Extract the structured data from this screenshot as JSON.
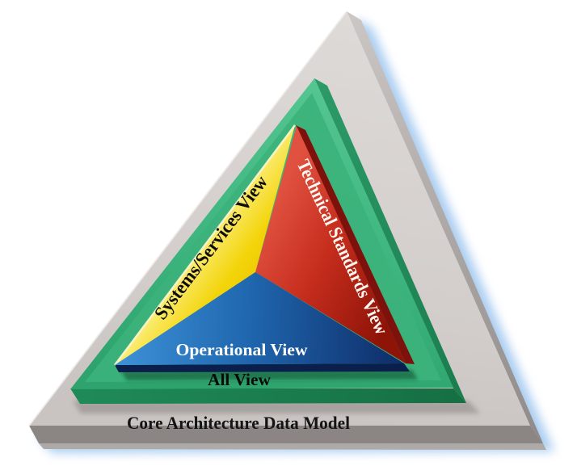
{
  "diagram": {
    "labels": {
      "systems": "Systems/Services View",
      "technical": "Technical Standards View",
      "operational": "Operational View",
      "all_view": "All View",
      "cadm": "Core Architecture Data Model"
    },
    "colors": {
      "systems_face": "#f3d40a",
      "technical_face": "#c62d1d",
      "technical_side": "#7d120c",
      "operational_face": "#1f66ae",
      "operational_bevel": "#0a1f4c",
      "all_view_face": "#3cb27b",
      "all_view_bevel": "#1a8050",
      "cadm_face": "#d3cecb",
      "cadm_bevel": "#8b8684",
      "cadm_bevel_light": "#aeaaa8",
      "drop_shadow": "#9cc5ee",
      "text_dark": "#0e0e0e",
      "text_light": "#ffffff"
    }
  }
}
